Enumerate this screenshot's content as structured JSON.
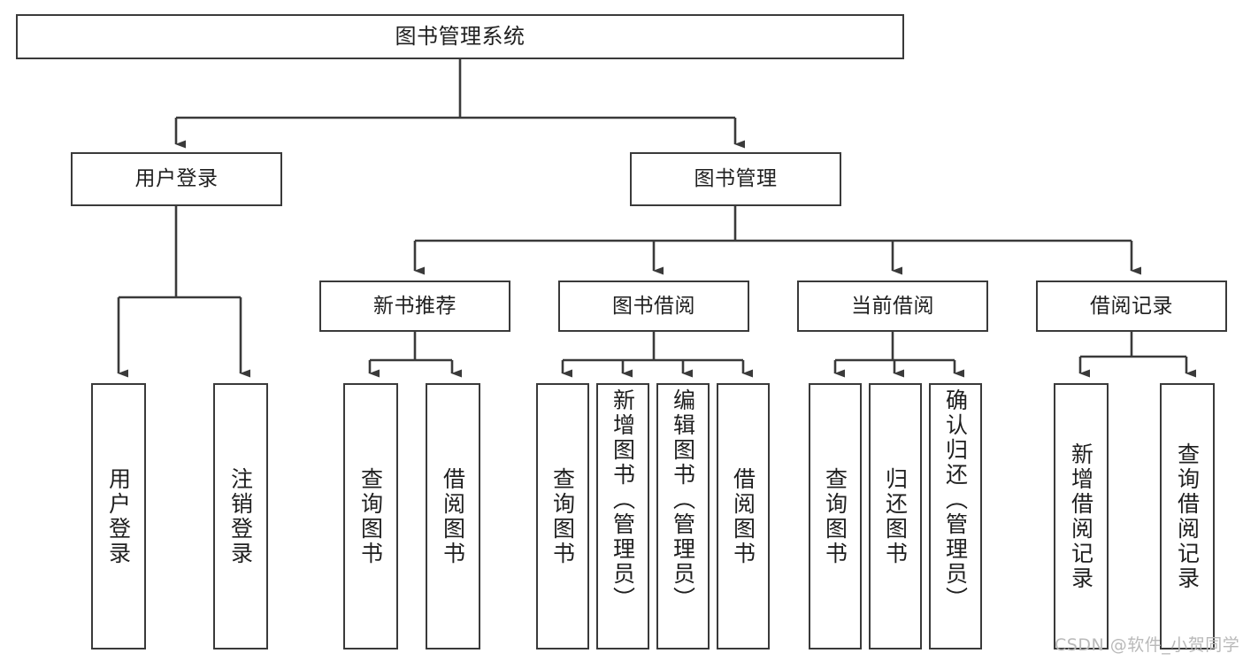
{
  "diagram": {
    "title": "图书管理系统",
    "type": "tree-hierarchy-chart",
    "orientation": "top-down",
    "box_border_color": "#3a3a3a",
    "box_fill_color": "#ffffff",
    "edge_color": "#3a3a3a",
    "background_color": "#ffffff"
  },
  "nodes": {
    "root": {
      "label": "图书管理系统"
    },
    "level2": [
      {
        "label": "用户登录"
      },
      {
        "label": "图书管理"
      }
    ],
    "level3": [
      {
        "label": "新书推荐"
      },
      {
        "label": "图书借阅"
      },
      {
        "label": "当前借阅"
      },
      {
        "label": "借阅记录"
      }
    ],
    "leaves": {
      "user_login": [
        {
          "label": "用户登录"
        },
        {
          "label": "注销登录"
        }
      ],
      "new_book_recommend": [
        {
          "label": "查询图书"
        },
        {
          "label": "借阅图书"
        }
      ],
      "book_borrow": [
        {
          "label": "查询图书"
        },
        {
          "label": "新增图书（管理员）"
        },
        {
          "label": "编辑图书（管理员）"
        },
        {
          "label": "借阅图书"
        }
      ],
      "current_borrow": [
        {
          "label": "查询图书"
        },
        {
          "label": "归还图书"
        },
        {
          "label": "确认归还（管理员）"
        }
      ],
      "borrow_record": [
        {
          "label": "新增借阅记录"
        },
        {
          "label": "查询借阅记录"
        }
      ]
    }
  },
  "watermark": {
    "text": "CSDN @软件_小贺同学",
    "color": "#b9b9b9"
  }
}
